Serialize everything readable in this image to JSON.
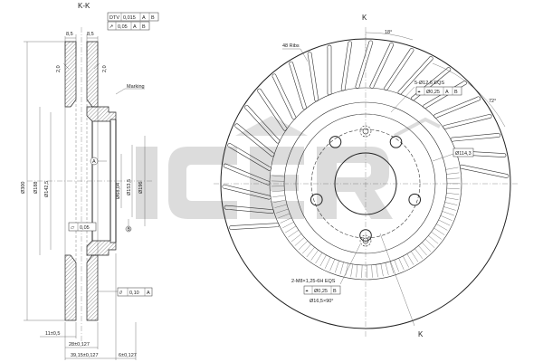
{
  "section": {
    "title": "K-K",
    "tolerance_frame_1": {
      "symbol": "DTV",
      "value": "0,015",
      "datum1": "A",
      "datum2": "B"
    },
    "tolerance_frame_2": {
      "symbol": "↗",
      "value": "0,05",
      "datum1": "A",
      "datum2": "B"
    },
    "tolerance_frame_3": {
      "symbol": "▱",
      "value": "0,05"
    },
    "tolerance_frame_4": {
      "symbol": "//",
      "value": "0,10",
      "datum": "A"
    },
    "dim_top_1": "8,5",
    "dim_top_2": "8,5",
    "angle_1": "2,0",
    "angle_2": "2,0",
    "marking": "Marking",
    "dim_d300": "Ø300",
    "dim_d188": "Ø188",
    "dim_d142": "Ø142,5",
    "dim_d68": "Ø68,04",
    "dim_d153": "Ø153,5",
    "dim_d196": "Ø196",
    "datum_a": "A",
    "datum_b": "B",
    "dim_11": "11±0,5",
    "dim_28": "28±0,127",
    "dim_39": "39,15±0,127",
    "dim_6": "6±0,127"
  },
  "front": {
    "label_k_top": "K",
    "label_k_bottom": "K",
    "ribs": "48 Ribs",
    "angle_18": "18°",
    "angle_72": "72°",
    "holes_5": "5-Ø12,6",
    "holes_5_suffix": "EQS",
    "pos_tol_1": {
      "symbol": "⌖",
      "value": "Ø0,25",
      "datum1": "A",
      "datum2": "B"
    },
    "pcd": "Ø114,3",
    "thread": "2-M8×1,25-6H EQS",
    "pos_tol_2": {
      "symbol": "⌖",
      "value": "Ø0,25",
      "datum": "B"
    },
    "cbore": "Ø16,5×90°"
  },
  "watermark": "ICER",
  "colors": {
    "line": "#222222",
    "watermark": "#d6d6d6",
    "background": "#ffffff"
  }
}
